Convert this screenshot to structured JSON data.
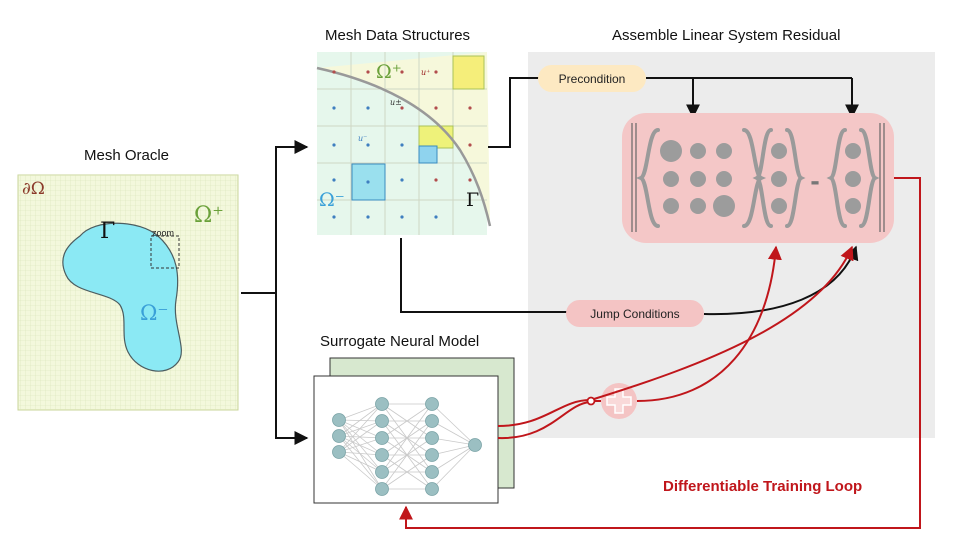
{
  "titles": {
    "mesh_oracle": "Mesh Oracle",
    "mesh_data": "Mesh Data Structures",
    "assemble": "Assemble Linear System Residual",
    "surrogate": "Surrogate Neural Model",
    "loop": "Differentiable Training Loop"
  },
  "labels": {
    "precondition": "Precondition",
    "jump": "Jump Conditions",
    "zoom": "zoom",
    "boundary": "∂Ω",
    "gamma": "Γ",
    "omega_plus": "Ω⁺",
    "omega_minus": "Ω⁻",
    "minus_op": "-",
    "u_plus": "u⁺",
    "u_minus": "u⁻",
    "u_pm": "u±"
  },
  "colors": {
    "accent_red": "#c0161b",
    "mesh_bg": "#f3f8dc",
    "omega_minus_fill": "#8be9f4",
    "omega_plus_text": "#6aa13a",
    "omega_minus_text": "#3aa0d8",
    "matrix_bg": "#f4c7c7",
    "panel_bg": "#ececec",
    "precondition_pill": "#fde9c2",
    "jump_pill": "#f4c4c4",
    "nn_node": "#9bbfc2",
    "nn_back_panel": "#d7e8cf"
  }
}
